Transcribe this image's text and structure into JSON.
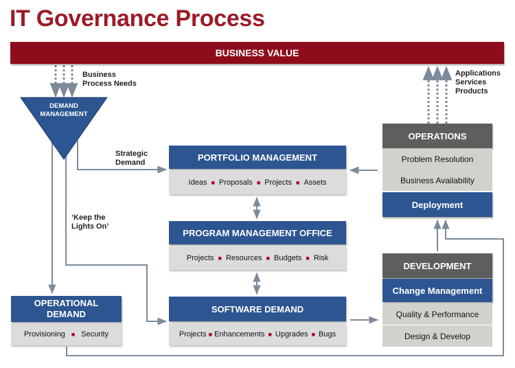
{
  "title": "IT Governance Process",
  "business_value": "BUSINESS VALUE",
  "notes": {
    "business_process_needs": [
      "Business",
      "Process Needs"
    ],
    "outputs": [
      "Applications",
      "Services",
      "Products"
    ],
    "strategic_demand": [
      "Strategic",
      "Demand"
    ],
    "keep_lights_on": [
      "‘Keep the",
      "Lights On’"
    ]
  },
  "demand_management": [
    "DEMAND",
    "MANAGEMENT"
  ],
  "portfolio": {
    "header": "PORTFOLIO MANAGEMENT",
    "items": [
      "Ideas",
      "Proposals",
      "Projects",
      "Assets"
    ]
  },
  "pmo": {
    "header": "PROGRAM MANAGEMENT OFFICE",
    "items": [
      "Projects",
      "Resources",
      "Budgets",
      "Risk"
    ]
  },
  "software": {
    "header": "SOFTWARE DEMAND",
    "items": [
      "Projects",
      "Enhancements",
      "Upgrades",
      "Bugs"
    ]
  },
  "operational": {
    "header": [
      "OPERATIONAL",
      "DEMAND"
    ],
    "items": [
      "Provisioning",
      "Security"
    ]
  },
  "operations": {
    "header": "OPERATIONS",
    "items": [
      "Problem Resolution",
      "Business Availability"
    ],
    "deployment": "Deployment"
  },
  "development": {
    "header": "DEVELOPMENT",
    "change": "Change Management",
    "items": [
      "Quality & Performance",
      "Design & Develop"
    ]
  },
  "colors": {
    "brand_red": "#8e0d1c",
    "blue": "#2d5591",
    "dark_gray": "#5e5e5e",
    "light_gray": "#dcdcdc",
    "separator_red": "#b3001b"
  }
}
